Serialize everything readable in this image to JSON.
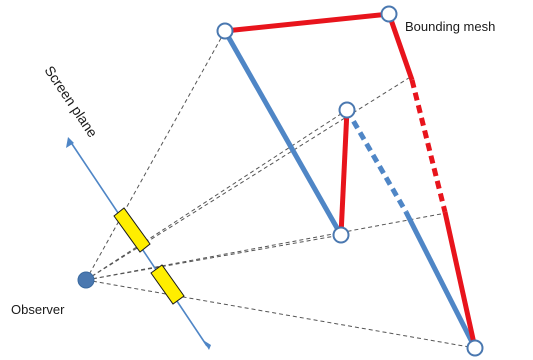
{
  "labels": {
    "mesh": "Bounding mesh",
    "screen": "Screen plane",
    "observer": "Observer"
  },
  "colors": {
    "background": "#ffffff",
    "visible_edge": "#e8141c",
    "hidden_edge": "#4f86c6",
    "screen_axis": "#4f86c6",
    "projection_fill": "#ffee00",
    "projection_stroke": "#1a1a1a",
    "sight_line": "#555555",
    "vertex_fill": "#ffffff",
    "vertex_stroke": "#4a78b0",
    "observer_fill": "#4a78b0"
  }
}
